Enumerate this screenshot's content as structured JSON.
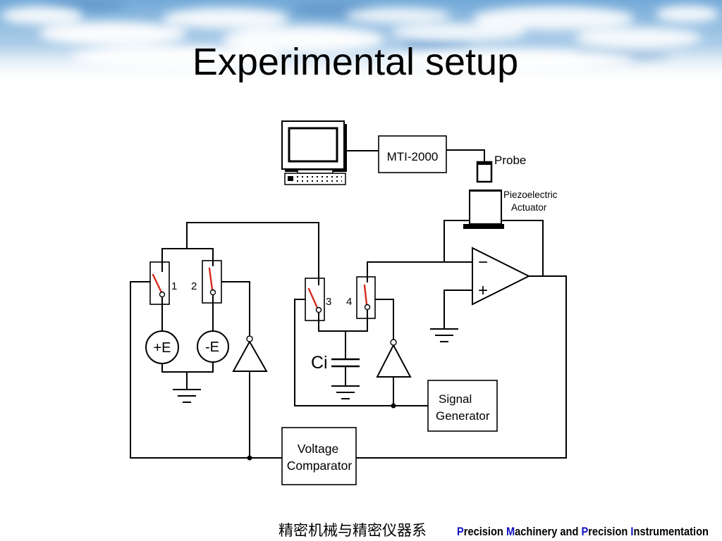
{
  "slide": {
    "title": "Experimental setup",
    "footer": {
      "department_cn": "精密机械与精密仪器系",
      "department_en": [
        {
          "text": "P",
          "highlight": true
        },
        {
          "text": "recision ",
          "highlight": false
        },
        {
          "text": "M",
          "highlight": true
        },
        {
          "text": "achinery and ",
          "highlight": false
        },
        {
          "text": "P",
          "highlight": true
        },
        {
          "text": "recision ",
          "highlight": false
        },
        {
          "text": "I",
          "highlight": true
        },
        {
          "text": "nstrumentation",
          "highlight": false
        }
      ]
    }
  },
  "diagram": {
    "computer": {
      "icon": "computer-icon"
    },
    "mti_controller": {
      "label": "MTI-2000"
    },
    "probe": {
      "label": "Probe"
    },
    "actuator": {
      "label_lines": [
        "Piezoelectric",
        "Actuator"
      ]
    },
    "op_amp": {
      "inverting_sign": "−",
      "noninverting_sign": "+"
    },
    "switches": [
      {
        "label": "1"
      },
      {
        "label": "2"
      },
      {
        "label": "3"
      },
      {
        "label": "4"
      }
    ],
    "voltage_sources": {
      "positive": "+E",
      "negative": "-E"
    },
    "capacitor": {
      "label": "Ci"
    },
    "signal_generator": {
      "label_lines": [
        "Signal",
        "Generator"
      ]
    },
    "voltage_comparator": {
      "label_lines": [
        "Voltage",
        "Comparator"
      ]
    }
  },
  "colors": {
    "sky": "#74aad8",
    "wire": "#000000",
    "switch_blade": "#d42a1c",
    "footer_highlight": "#1010c0"
  }
}
